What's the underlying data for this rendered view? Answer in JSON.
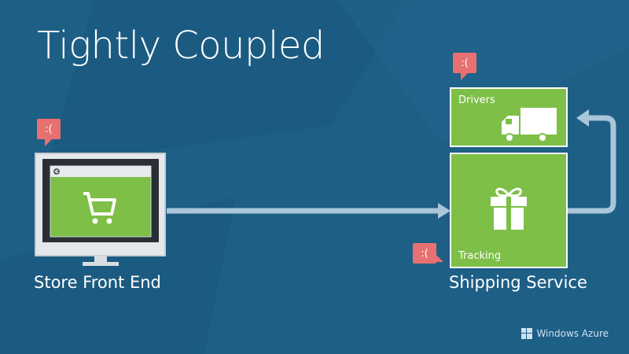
{
  "slide": {
    "title": "Tightly Coupled",
    "brand": "Windows Azure"
  },
  "diagram": {
    "store": {
      "label": "Store Front End",
      "sad": ":("
    },
    "shipping": {
      "label": "Shipping Service",
      "drivers_label": "Drivers",
      "tracking_label": "Tracking",
      "drivers_sad": ":(",
      "tracking_sad": ":("
    }
  },
  "colors": {
    "background": "#1e5f86",
    "tile_green": "#7dbf47",
    "connector": "#a9c6da",
    "sad_badge": "#e97070"
  },
  "icons": [
    "cart-icon",
    "back-arrow-icon",
    "truck-icon",
    "gift-icon",
    "windows-logo-icon"
  ]
}
